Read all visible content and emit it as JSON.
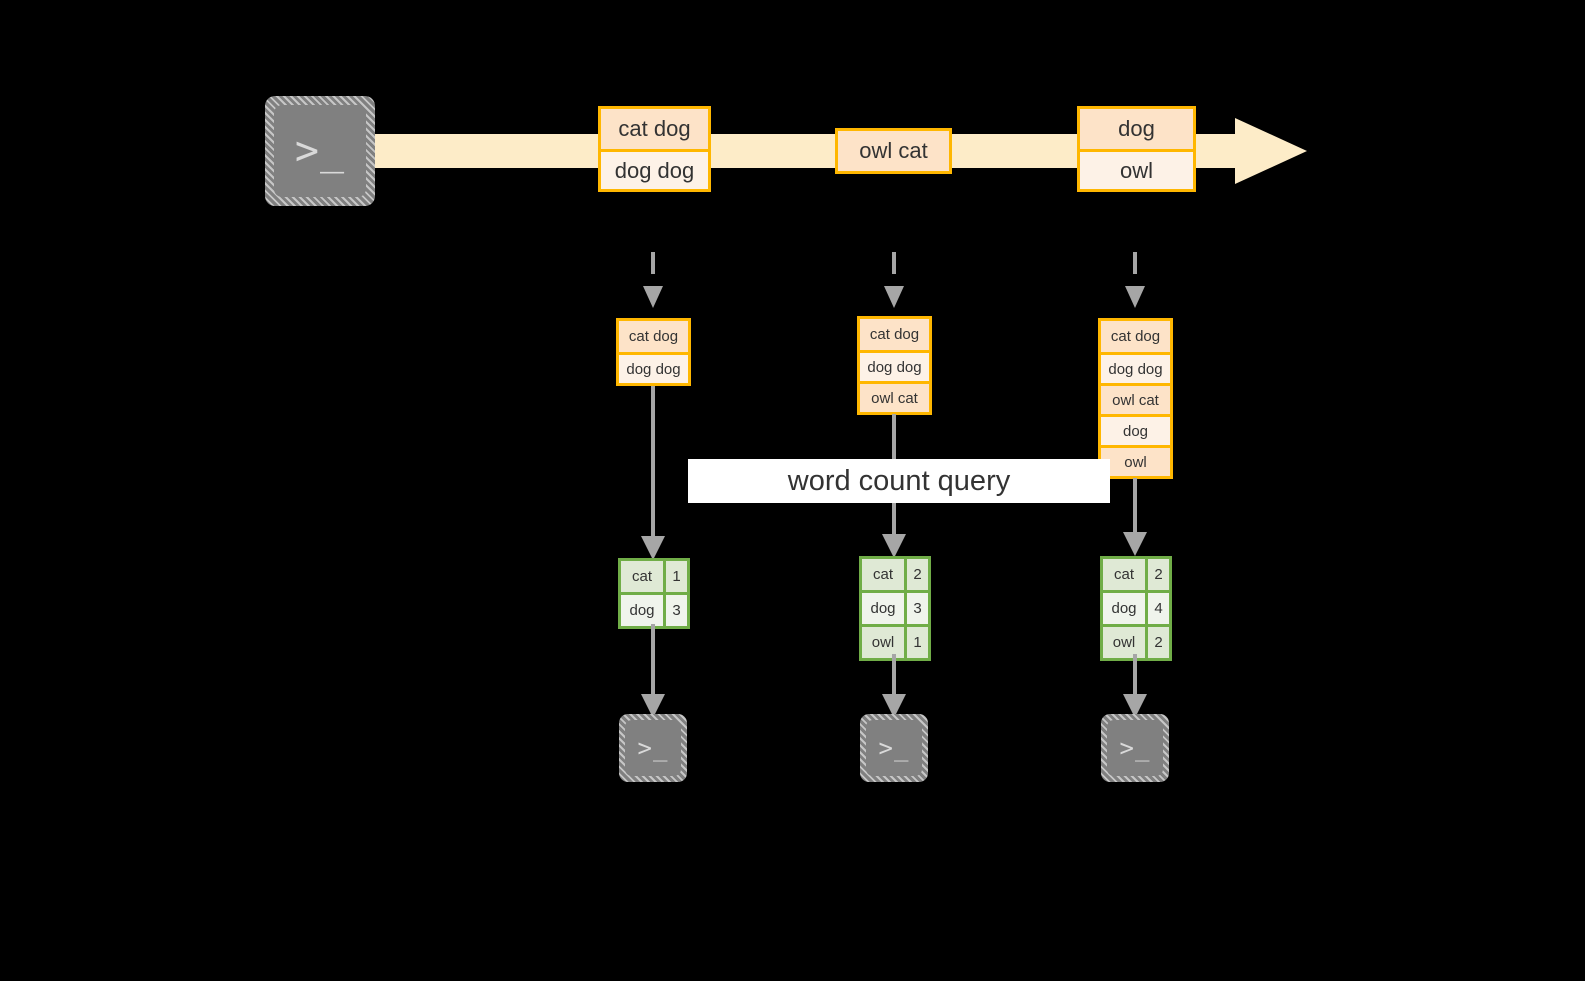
{
  "theme": {
    "background": "#000000",
    "stream_fill": "#fdecc8",
    "record_border": "#ffb700",
    "record_fill_dark": "#fde3c8",
    "record_fill_light": "#fdf2e7",
    "result_border": "#70ad47",
    "result_fill_dark": "#dfe9d5",
    "result_fill_light": "#f0f4ec",
    "arrow_gray": "#a6a6a6",
    "terminal_gray": "#808080",
    "label_bg": "#ffffff",
    "text": "#333333"
  },
  "source": {
    "icon": "terminal-icon",
    "glyph": ">_"
  },
  "stream": {
    "name": "event-stream-arrow",
    "events": [
      {
        "id": "event-1",
        "lines": [
          "cat dog",
          "dog dog"
        ]
      },
      {
        "id": "event-2",
        "lines": [
          "owl cat"
        ]
      },
      {
        "id": "event-3",
        "lines": [
          "dog",
          "owl"
        ]
      }
    ]
  },
  "snapshots": [
    {
      "id": "snapshot-1",
      "records": [
        "cat dog",
        "dog dog"
      ],
      "result": {
        "rows": [
          {
            "word": "cat",
            "count": "1"
          },
          {
            "word": "dog",
            "count": "3"
          }
        ]
      },
      "sink": {
        "icon": "terminal-icon",
        "glyph": ">_"
      }
    },
    {
      "id": "snapshot-2",
      "records": [
        "cat dog",
        "dog dog",
        "owl cat"
      ],
      "result": {
        "rows": [
          {
            "word": "cat",
            "count": "2"
          },
          {
            "word": "dog",
            "count": "3"
          },
          {
            "word": "owl",
            "count": "1"
          }
        ]
      },
      "sink": {
        "icon": "terminal-icon",
        "glyph": ">_"
      }
    },
    {
      "id": "snapshot-3",
      "records": [
        "cat dog",
        "dog dog",
        "owl cat",
        "dog",
        "owl"
      ],
      "result": {
        "rows": [
          {
            "word": "cat",
            "count": "2"
          },
          {
            "word": "dog",
            "count": "4"
          },
          {
            "word": "owl",
            "count": "2"
          }
        ]
      },
      "sink": {
        "icon": "terminal-icon",
        "glyph": ">_"
      }
    }
  ],
  "label": {
    "text": "word count query"
  }
}
